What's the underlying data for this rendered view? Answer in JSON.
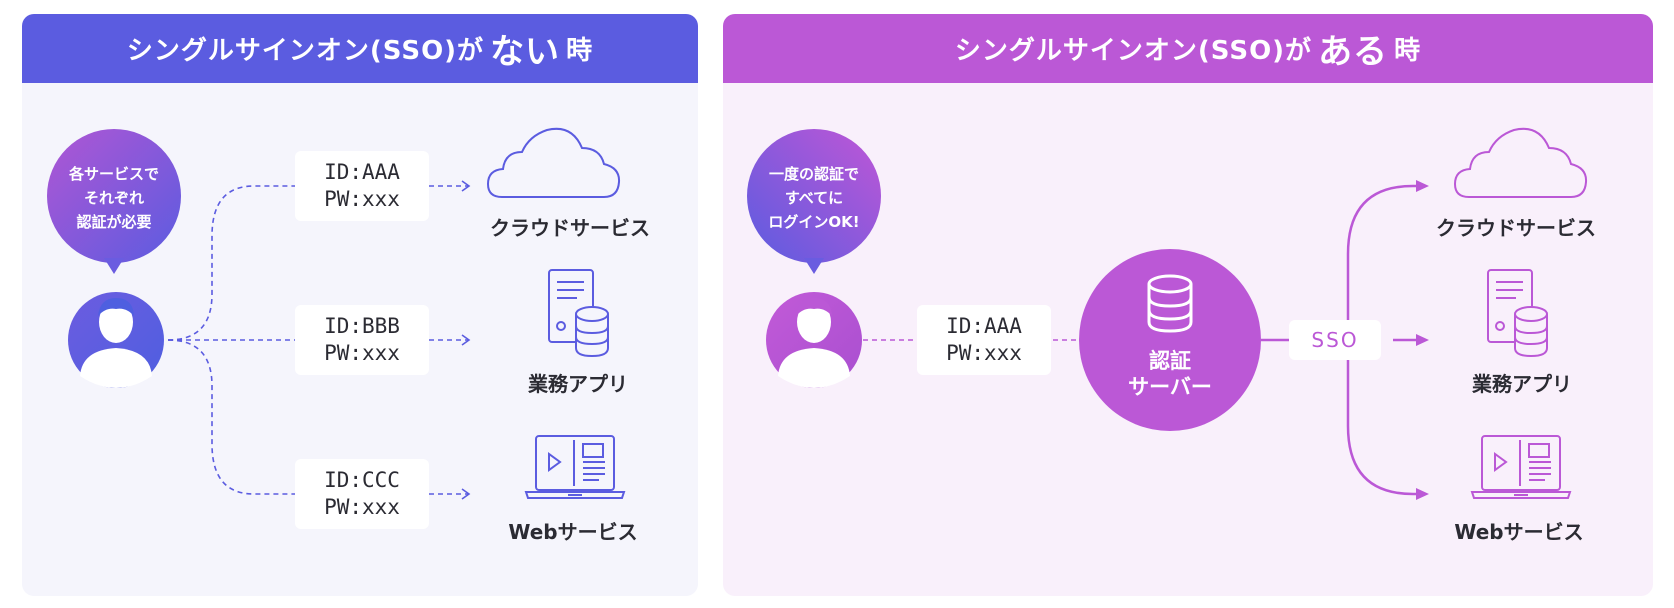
{
  "colors": {
    "left_accent": "#5b5ce0",
    "right_accent": "#bb58d6",
    "left_bg": "#f5f5fc",
    "right_bg": "#f9f0fb"
  },
  "left_panel": {
    "title_prefix": "シングルサインオン(SSO)が",
    "title_emphasis": "ない",
    "title_suffix": "時",
    "bubble_lines": [
      "各サービスで",
      "それぞれ",
      "認証が必要"
    ],
    "credentials": [
      {
        "id": "ID:AAA",
        "pw": "PW:xxx"
      },
      {
        "id": "ID:BBB",
        "pw": "PW:xxx"
      },
      {
        "id": "ID:CCC",
        "pw": "PW:xxx"
      }
    ],
    "services": [
      {
        "label": "クラウドサービス",
        "icon": "cloud-icon"
      },
      {
        "label": "業務アプリ",
        "icon": "server-database-icon"
      },
      {
        "label": "Webサービス",
        "icon": "laptop-icon"
      }
    ]
  },
  "right_panel": {
    "title_prefix": "シングルサインオン(SSO)が",
    "title_emphasis": "ある",
    "title_suffix": "時",
    "bubble_lines": [
      "一度の認証で",
      "すべてに",
      "ログインOK!"
    ],
    "credential": {
      "id": "ID:AAA",
      "pw": "PW:xxx"
    },
    "server_lines": [
      "認証",
      "サーバー"
    ],
    "sso_label": "SSO",
    "services": [
      {
        "label": "クラウドサービス",
        "icon": "cloud-icon"
      },
      {
        "label": "業務アプリ",
        "icon": "server-database-icon"
      },
      {
        "label": "Webサービス",
        "icon": "laptop-icon"
      }
    ]
  }
}
